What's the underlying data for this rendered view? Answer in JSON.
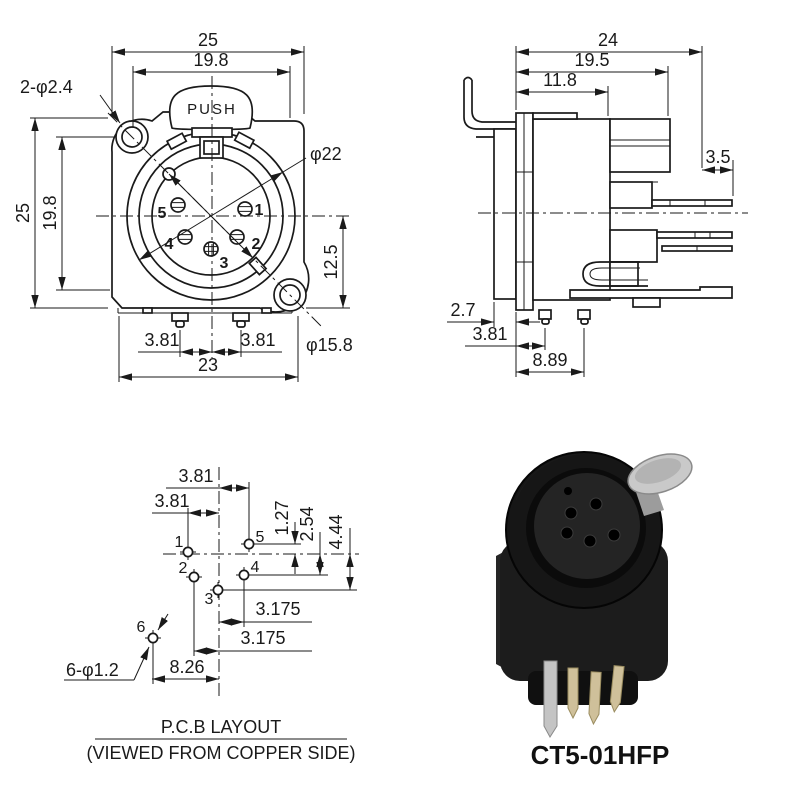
{
  "front_view": {
    "push_label": "PUSH",
    "pin_labels": {
      "p1": "1",
      "p2": "2",
      "p3": "3",
      "p4": "4",
      "p5": "5"
    },
    "dims": {
      "overall_width": "25",
      "hole_span_h": "19.8",
      "overall_height": "25",
      "hole_span_v": "19.8",
      "center_to_bottom": "12.5",
      "tab_left": "3.81",
      "tab_right": "3.81",
      "bottom_width": "23",
      "mount_hole_note": "2-φ2.4",
      "outer_dia": "φ22",
      "inner_dia": "φ15.8"
    }
  },
  "side_view": {
    "dims": {
      "overall_depth": "24",
      "body_depth": "19.5",
      "front_depth": "11.8",
      "pin_tip": "3.5",
      "flange_offset": "2.7",
      "pin_a_offset": "3.81",
      "pin_b_offset": "8.89"
    }
  },
  "pcb_layout": {
    "title": "P.C.B LAYOUT",
    "subtitle": "(VIEWED FROM COPPER SIDE)",
    "pin_labels": {
      "p1": "1",
      "p2": "2",
      "p3": "3",
      "p4": "4",
      "p5": "5",
      "p6": "6"
    },
    "dims": {
      "col_right": "3.81",
      "col_left": "3.81",
      "row_up": "1.27",
      "row_mid": "2.54",
      "row_low": "4.44",
      "col_p4": "3.175",
      "col_p2": "3.175",
      "col_p6": "8.26",
      "hole_note": "6-φ1.2"
    }
  },
  "product": {
    "model": "CT5-01HFP"
  }
}
